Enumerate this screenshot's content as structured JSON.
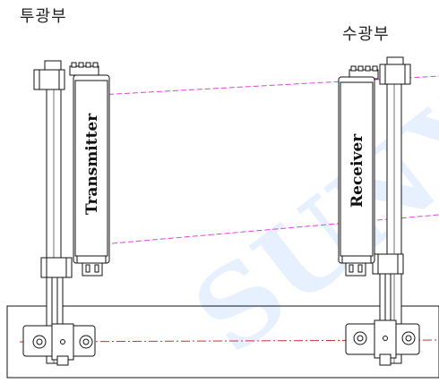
{
  "labels": {
    "transmitter_side": "투광부",
    "receiver_side": "수광부"
  },
  "units": {
    "transmitter": "Transmitter",
    "receiver": "Receiver"
  },
  "watermark": "SUNX",
  "colors": {
    "outline": "#111111",
    "beam_line": "#e040e0",
    "center_line": "#d03030",
    "watermark": "#d7e6ff"
  }
}
